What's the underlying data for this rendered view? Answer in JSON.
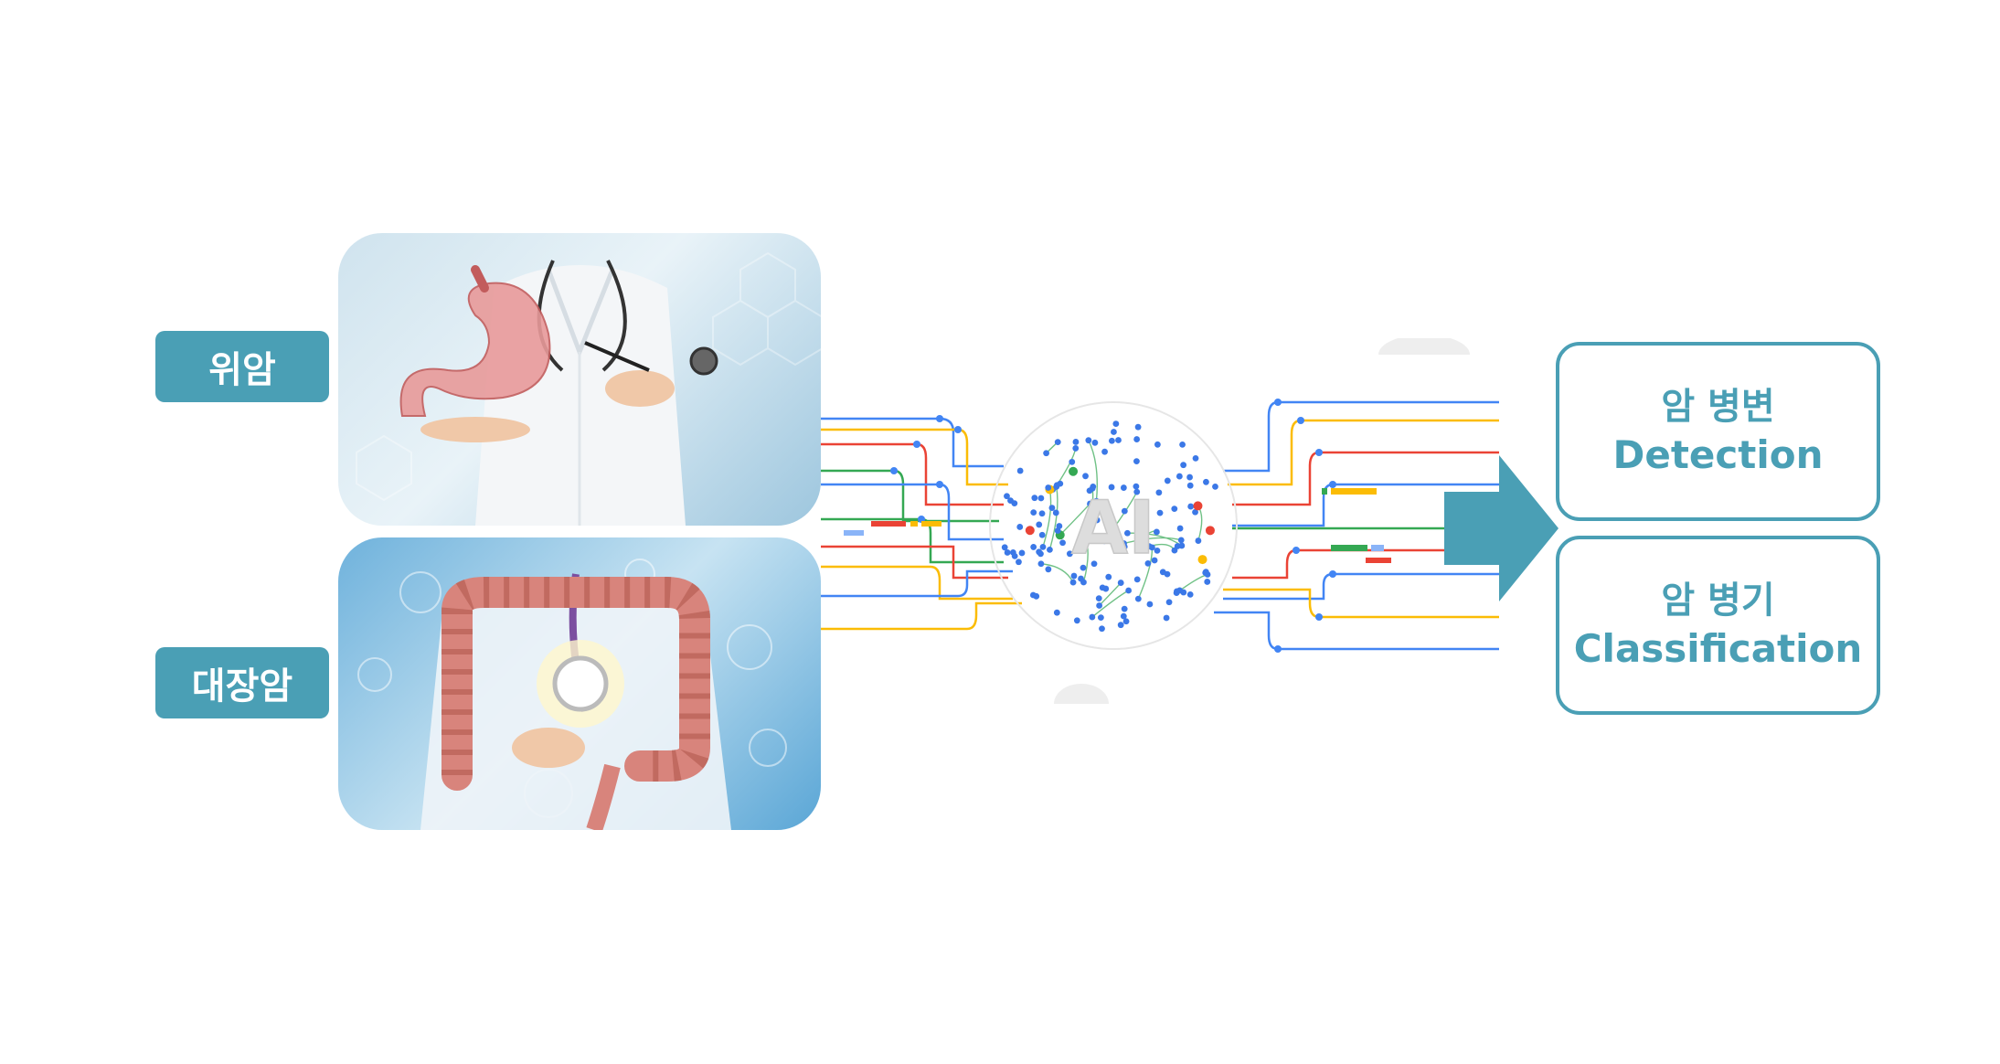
{
  "inputs": {
    "stomach": {
      "label": "위암"
    },
    "colon": {
      "label": "대장암"
    }
  },
  "network": {
    "center_text": "AI",
    "colors": {
      "blue": "#4285f4",
      "red": "#ea4335",
      "yellow": "#fbbc05",
      "green": "#34a853"
    }
  },
  "outputs": {
    "detection": {
      "ko": "암 병변",
      "en": "Detection"
    },
    "classification": {
      "ko": "암 병기",
      "en": "Classification"
    }
  },
  "colors": {
    "accent": "#4a9fb5",
    "background": "#ffffff"
  }
}
